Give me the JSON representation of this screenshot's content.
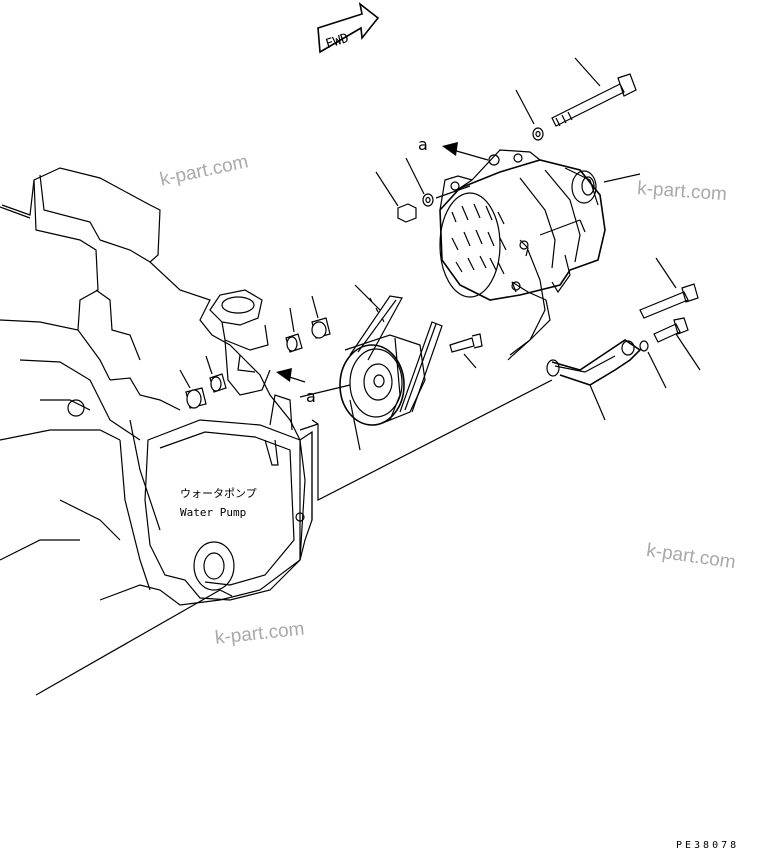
{
  "fwd_label": "FWD",
  "label_a1": "a",
  "label_a2": "a",
  "water_pump_jp": "ウォータポンプ",
  "water_pump_en": "Water Pump",
  "drawing_number": "PE38078",
  "watermark": "k-part.com",
  "colors": {
    "line": "#000000",
    "watermark": "#a9a9a9",
    "background": "#ffffff"
  }
}
